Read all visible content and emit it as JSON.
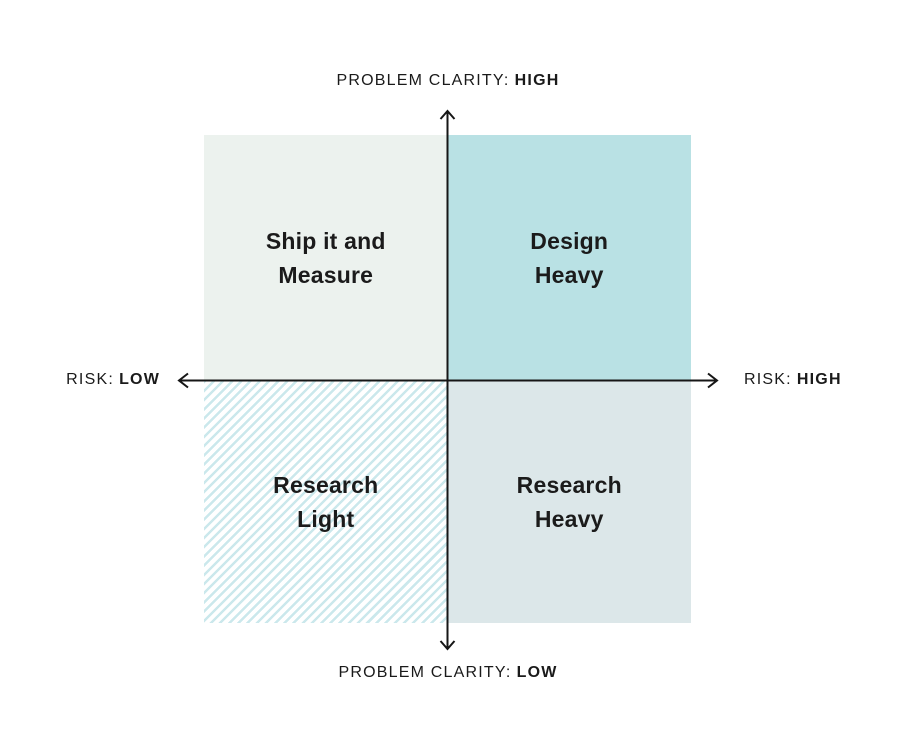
{
  "axis_labels": {
    "top": {
      "prefix": "PROBLEM CLARITY:",
      "value": "HIGH"
    },
    "bottom": {
      "prefix": "PROBLEM CLARITY:",
      "value": "LOW"
    },
    "left": {
      "prefix": "RISK:",
      "value": "LOW"
    },
    "right": {
      "prefix": "RISK:",
      "value": "HIGH"
    }
  },
  "quadrants": {
    "top_left": {
      "line1": "Ship it and",
      "line2": "Measure"
    },
    "top_right": {
      "line1": "Design",
      "line2": "Heavy"
    },
    "bottom_left": {
      "line1": "Research",
      "line2": "Light"
    },
    "bottom_right": {
      "line1": "Research",
      "line2": "Heavy"
    }
  },
  "colors": {
    "top_left_bg": "#ecf2ee",
    "top_right_bg": "#b9e1e4",
    "bottom_right_bg": "#dce7e9",
    "hatch_stripe": "#cbe8ec",
    "hatch_bg": "#ffffff",
    "axis_line": "#161616",
    "label_text": "#1a1a1a",
    "quadrant_text": "#1b1b1b"
  }
}
